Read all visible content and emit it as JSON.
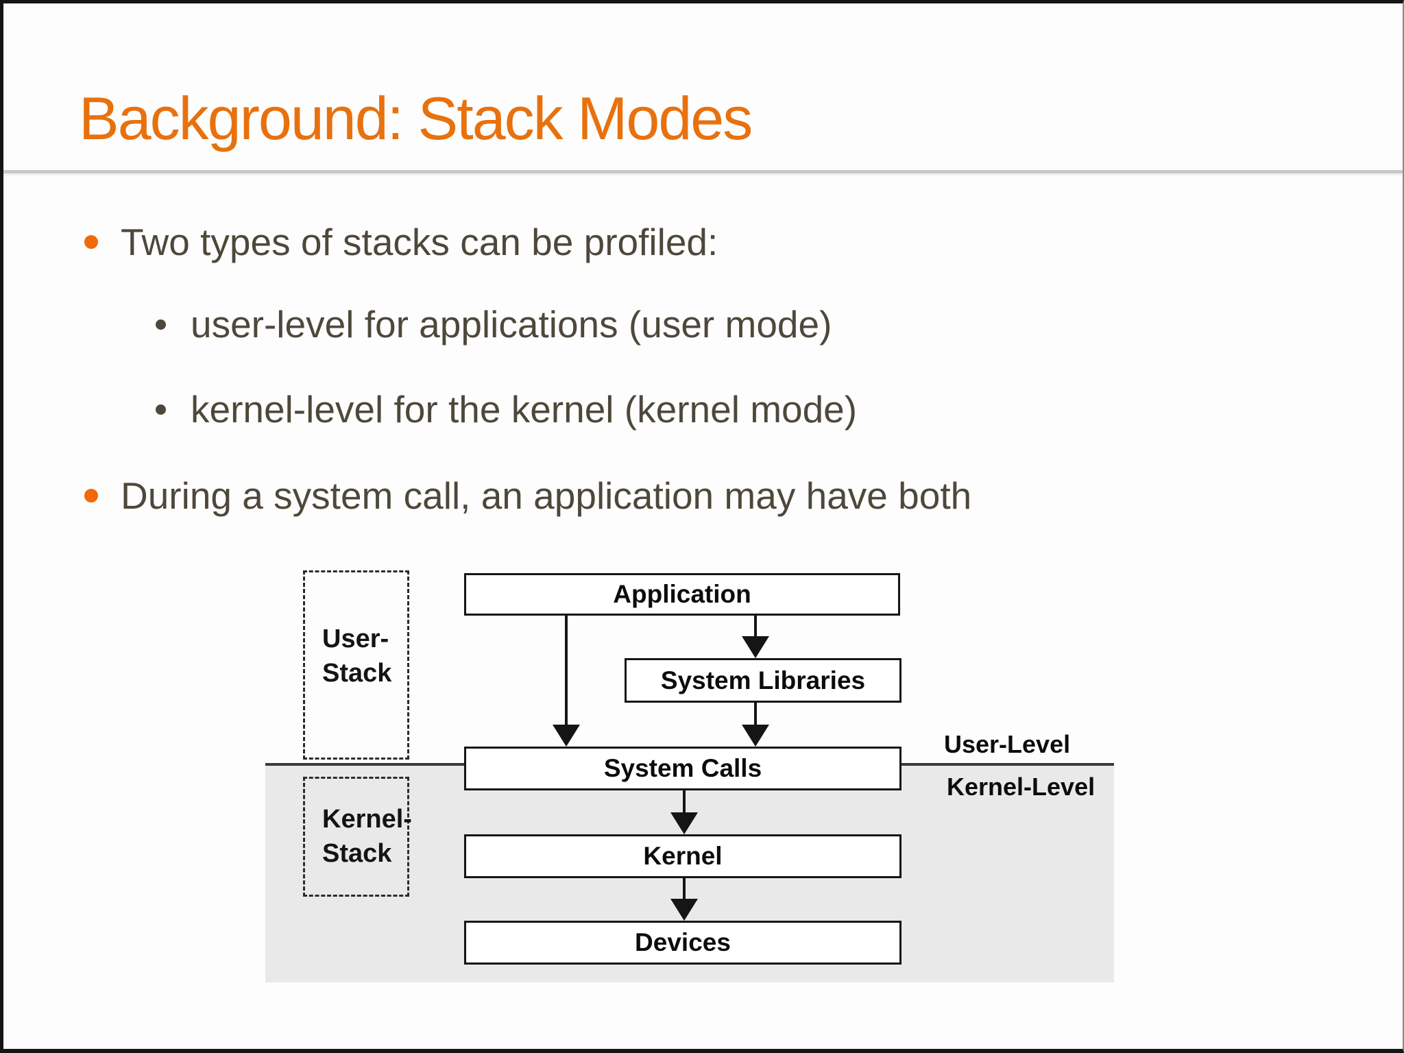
{
  "slide": {
    "title": "Background: Stack Modes",
    "bullets": [
      {
        "level": 1,
        "text": "Two types of stacks can be profiled:"
      },
      {
        "level": 2,
        "text": "user-level for applications (user mode)"
      },
      {
        "level": 2,
        "text": "kernel-level for the kernel (kernel mode)"
      },
      {
        "level": 1,
        "text": "During a system call, an application may have both"
      }
    ]
  },
  "diagram": {
    "boxes": [
      {
        "label": "Application"
      },
      {
        "label": "System Libraries"
      },
      {
        "label": "System Calls"
      },
      {
        "label": "Kernel"
      },
      {
        "label": "Devices"
      }
    ],
    "stack_labels": {
      "user": {
        "line1": "User-",
        "line2": "Stack"
      },
      "kernel": {
        "line1": "Kernel-",
        "line2": "Stack"
      }
    },
    "side_labels": {
      "user_level": "User-Level",
      "kernel_level": "Kernel-Level"
    },
    "arrows": [
      {
        "from": "Application",
        "to": "System Calls"
      },
      {
        "from": "Application",
        "to": "System Libraries"
      },
      {
        "from": "System Libraries",
        "to": "System Calls"
      },
      {
        "from": "System Calls",
        "to": "Kernel"
      },
      {
        "from": "Kernel",
        "to": "Devices"
      }
    ]
  },
  "colors": {
    "title_orange": "#E8710E",
    "bullet_accent_orange": "#F26A08",
    "body_text": "#4D483A",
    "kernel_region_bg": "#E9E9E9",
    "diagram_line": "#151515",
    "title_rule": "#C8C8C8"
  }
}
